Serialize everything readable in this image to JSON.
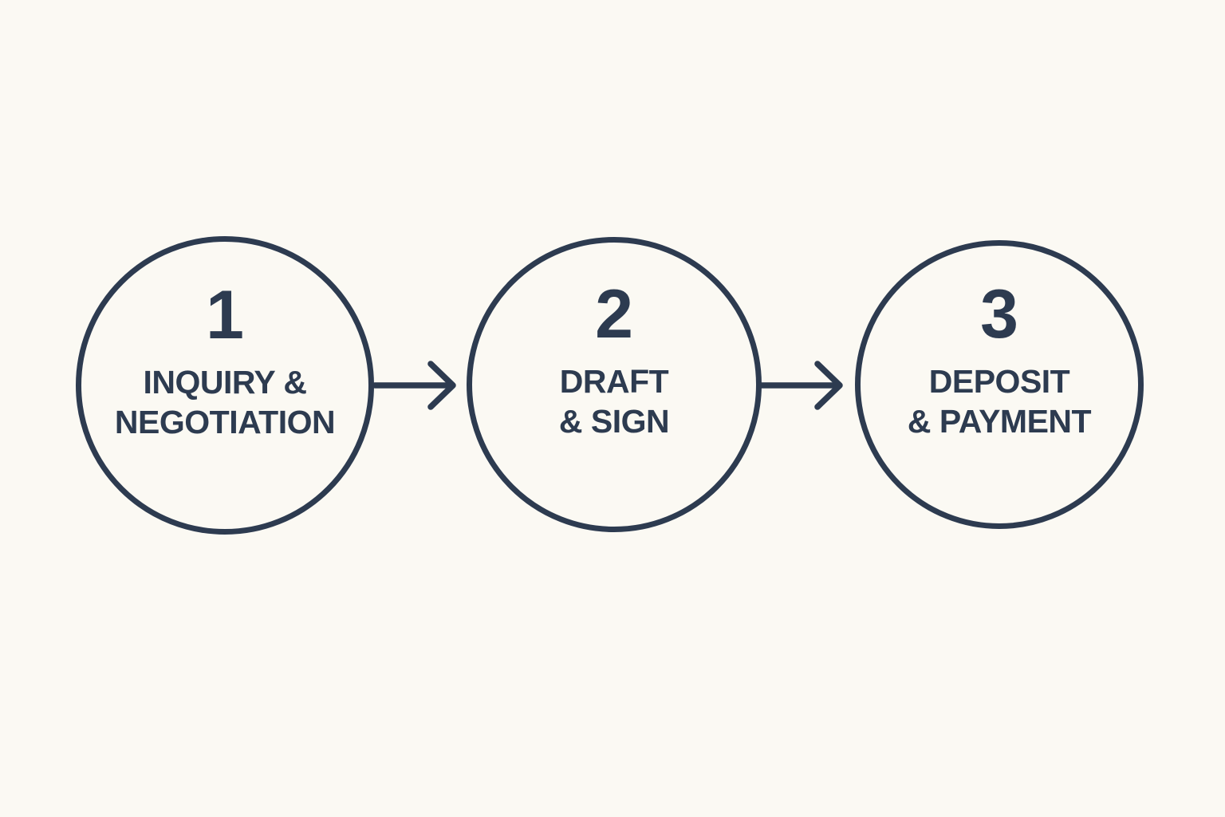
{
  "diagram": {
    "type": "process-flow",
    "direction": "left-to-right",
    "colors": {
      "background": "#fbf9f3",
      "ink": "#2d3b50"
    },
    "steps": [
      {
        "number": "1",
        "label_line1": "INQUIRY &",
        "label_line2": "NEGOTIATION"
      },
      {
        "number": "2",
        "label_line1": "DRAFT",
        "label_line2": "& SIGN"
      },
      {
        "number": "3",
        "label_line1": "DEPOSIT",
        "label_line2": "& PAYMENT"
      }
    ],
    "connectors": [
      {
        "icon": "arrow-right"
      },
      {
        "icon": "arrow-right"
      }
    ]
  }
}
